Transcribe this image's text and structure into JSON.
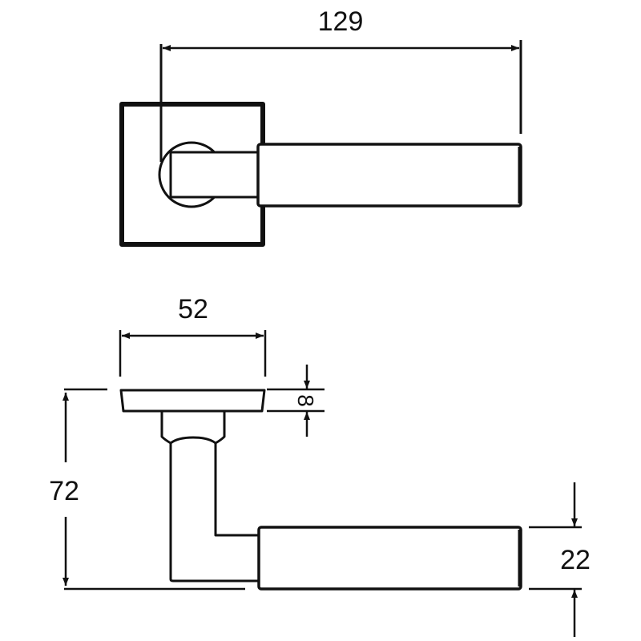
{
  "top_view": {
    "dimension_length": "129"
  },
  "side_view": {
    "dimension_rose_width": "52",
    "dimension_rose_thickness": "8",
    "dimension_height": "72",
    "dimension_lever_thickness": "22"
  },
  "colors": {
    "line": "#111111",
    "background": "#ffffff"
  }
}
